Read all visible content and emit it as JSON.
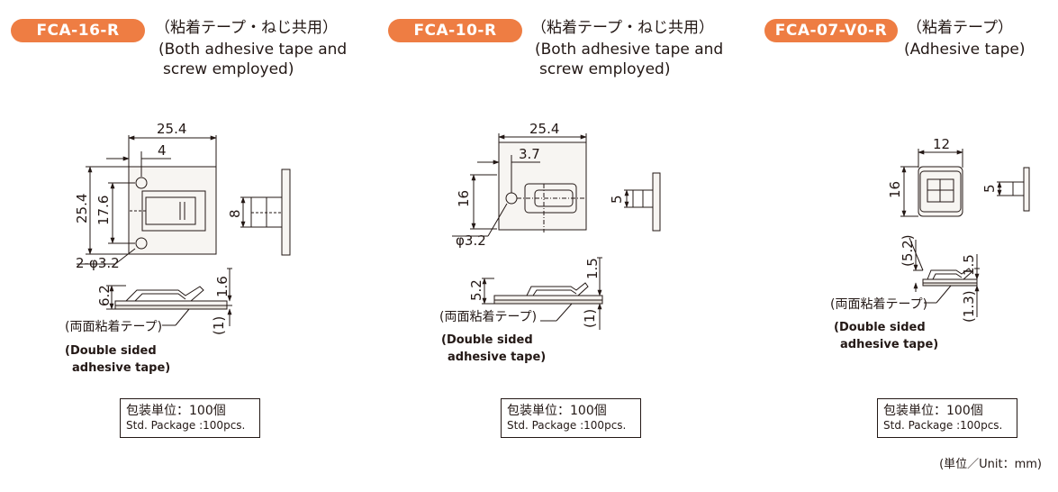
{
  "products": [
    {
      "model": "FCA-16-R",
      "type_jp": "（粘着テープ・ねじ共用）",
      "type_en_1": "(Both adhesive tape and",
      "type_en_2": "screw employed)",
      "dims": {
        "width": "25.4",
        "offset": "4",
        "height": "25.4",
        "pitch": "17.6",
        "hole": "2-φ3.2",
        "side_w": "8",
        "profile_h": "6.2",
        "top_gap": "1.6",
        "tape_t": "(1)"
      },
      "tape_jp": "(両面粘着テープ)",
      "tape_en_1": "(Double sided",
      "tape_en_2": "adhesive tape)",
      "package_jp": "包装単位：100個",
      "package_en": "Std. Package :100pcs."
    },
    {
      "model": "FCA-10-R",
      "type_jp": "（粘着テープ・ねじ共用）",
      "type_en_1": "(Both adhesive tape and",
      "type_en_2": "screw employed)",
      "dims": {
        "width": "25.4",
        "offset": "3.7",
        "height": "16",
        "hole": "φ3.2",
        "side_w": "5",
        "profile_h": "5.2",
        "top_gap": "1.5",
        "tape_t": "(1)"
      },
      "tape_jp": "(両面粘着テープ)",
      "tape_en_1": "(Double sided",
      "tape_en_2": "adhesive tape)",
      "package_jp": "包装単位：100個",
      "package_en": "Std. Package :100pcs."
    },
    {
      "model": "FCA-07-V0-R",
      "type_jp": "（粘着テープ）",
      "type_en_1": "(Adhesive tape)",
      "dims": {
        "width": "12",
        "height": "16",
        "side_w": "5",
        "profile_h": "(5.2)",
        "top_gap": "1.5",
        "tape_t": "(1.3)"
      },
      "tape_jp": "(両面粘着テープ)",
      "tape_en_1": "(Double sided",
      "tape_en_2": "adhesive tape)",
      "package_jp": "包装単位：100個",
      "package_en": "Std. Package :100pcs."
    }
  ],
  "unit_note": "(単位／Unit：mm)",
  "colors": {
    "badge": "#ee7d43",
    "line": "#231815",
    "part_fill": "#f7f5f2"
  }
}
